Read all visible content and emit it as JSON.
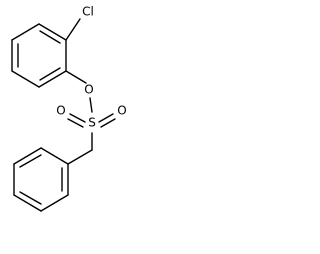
{
  "molecule": {
    "atom_labels": {
      "chlorine": "Cl",
      "ester_oxygen": "O",
      "sulfur": "S",
      "sulfonyl_oxygen_left": "O",
      "sulfonyl_oxygen_right": "O"
    }
  }
}
